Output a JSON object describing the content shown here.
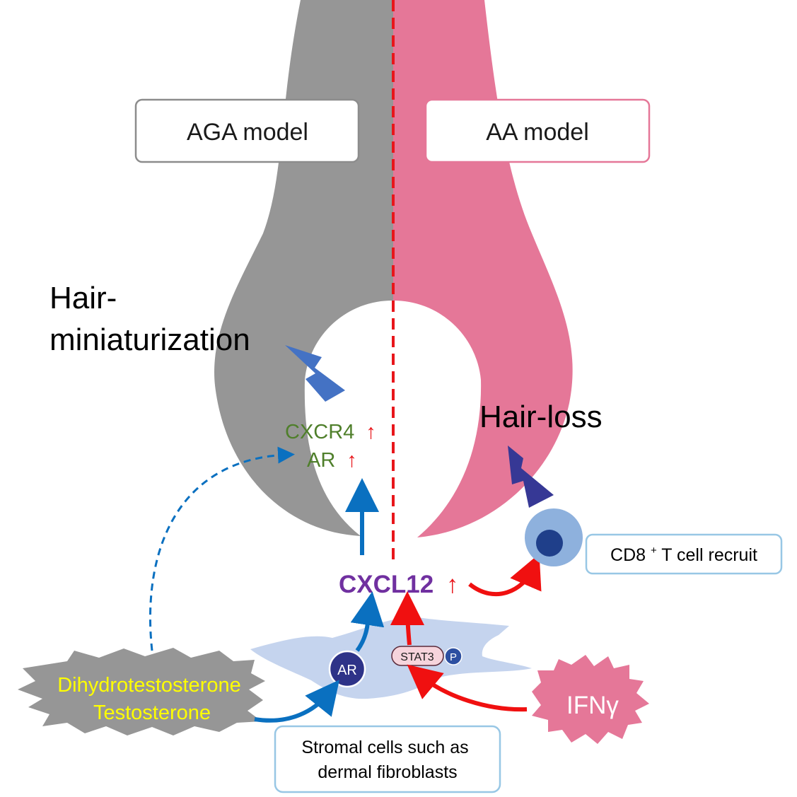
{
  "labels": {
    "aga_model": "AGA model",
    "aa_model": "AA model",
    "hair_miniaturization_line1": "Hair-",
    "hair_miniaturization_line2": "miniaturization",
    "cxcr4": "CXCR4",
    "ar": "AR",
    "up_arrow": "↑",
    "hair_loss": "Hair-loss",
    "cxcl12": "CXCL12",
    "cd8_prefix": "CD8",
    "cd8_sup": "+",
    "cd8_suffix": " T cell recruit",
    "ar_receptor": "AR",
    "stat3": "STAT3",
    "phospho": "P",
    "hormone_line1": "Dihydrotestosterone",
    "hormone_line2": "Testosterone",
    "ifn": "IFNγ",
    "stromal_line1": "Stromal cells such as",
    "stromal_line2": "dermal fibroblasts"
  },
  "colors": {
    "aga_gray": "#969696",
    "aa_pink": "#e57798",
    "divider_red": "#e8161b",
    "text_green": "#4f7f2b",
    "text_purple": "#7030a0",
    "hormone_yellow": "#ffff00",
    "arrow_blue": "#0a70c0",
    "arrow_red": "#f01010",
    "lightning_blue": "#4472c4",
    "lightning_navy": "#363895",
    "cell_light": "#8eb1dd",
    "cell_dark": "#1f3f8a",
    "stromal_fill": "#c5d4ee",
    "ar_circle": "#2e3388",
    "stat3_fill": "#f6d4dc",
    "phospho_fill": "#2d4fa1",
    "box_blue_border": "#98c7e5",
    "box_gray_border": "#8c8c8c",
    "box_pink_border": "#e57798"
  }
}
